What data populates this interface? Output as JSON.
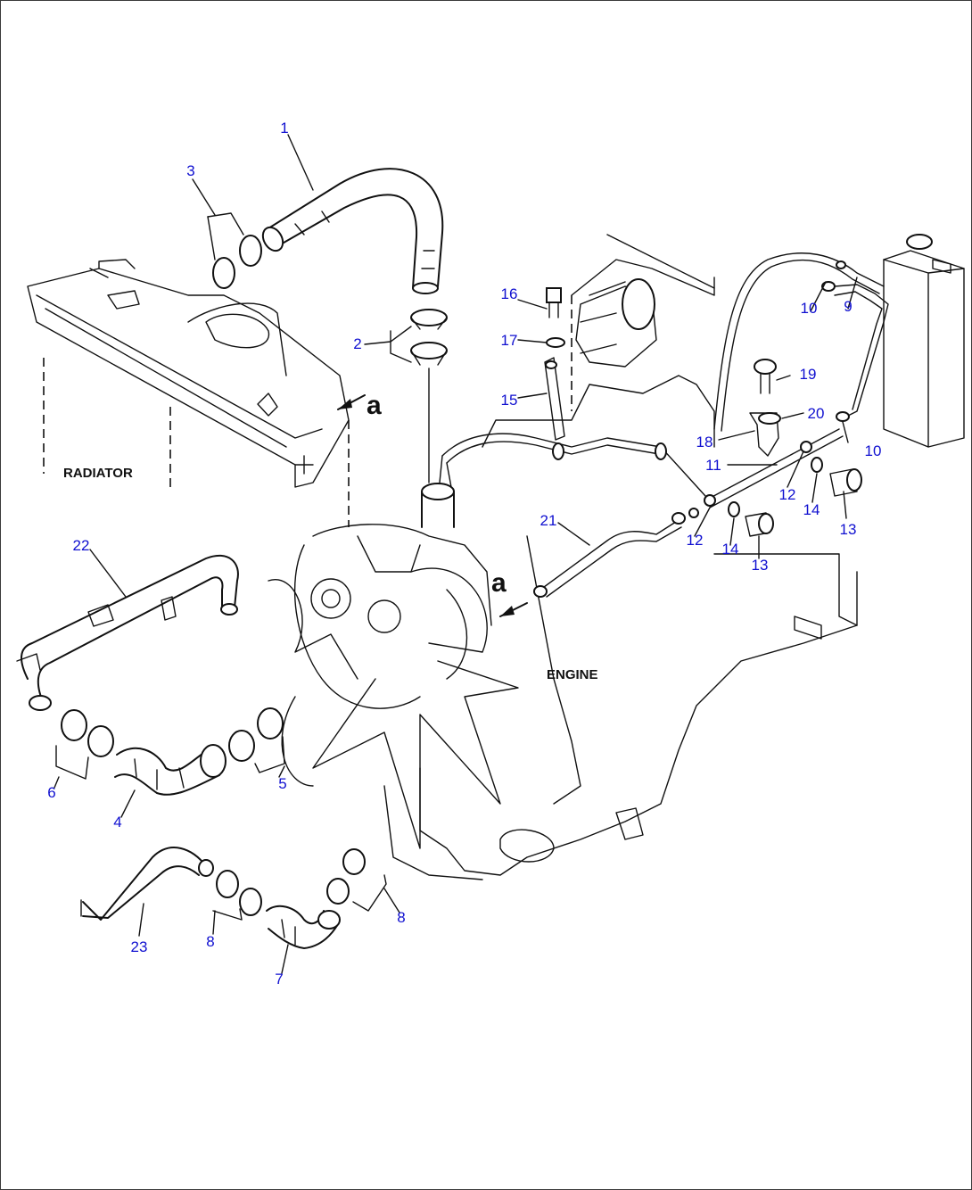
{
  "labels": {
    "radiator": "RADIATOR",
    "engine": "ENGINE"
  },
  "view_marks": {
    "top": "a",
    "middle": "a"
  },
  "callouts": {
    "p1": "1",
    "p2": "2",
    "p3": "3",
    "p4": "4",
    "p5": "5",
    "p6": "6",
    "p7": "7",
    "p8a": "8",
    "p8b": "8",
    "p9": "9",
    "p10a": "10",
    "p10b": "10",
    "p11": "11",
    "p12a": "12",
    "p12b": "12",
    "p13a": "13",
    "p13b": "13",
    "p14a": "14",
    "p14b": "14",
    "p15": "15",
    "p16": "16",
    "p17": "17",
    "p18": "18",
    "p19": "19",
    "p20": "20",
    "p21": "21",
    "p22": "22",
    "p23": "23"
  },
  "colors": {
    "callout": "#1010d0",
    "line": "#111111",
    "frame": "#3a3a3a"
  }
}
